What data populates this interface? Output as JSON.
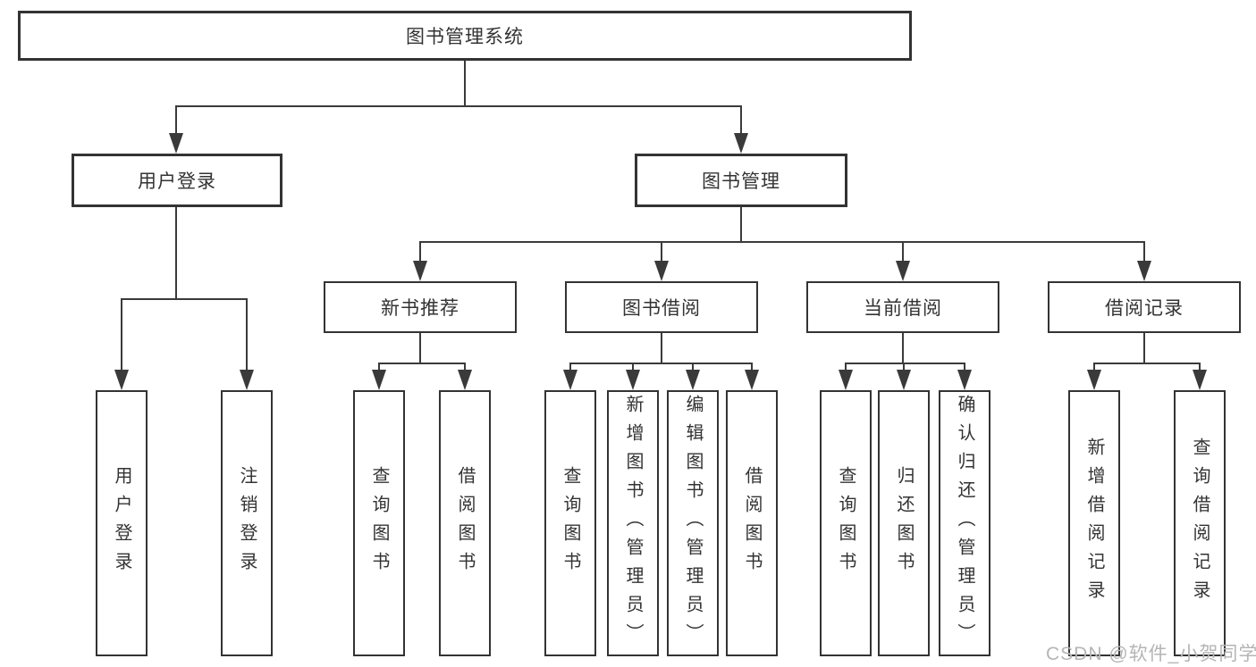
{
  "tree": {
    "root": "图书管理系统",
    "branches": [
      {
        "label": "用户登录",
        "children": [
          "用户登录",
          "注销登录"
        ]
      },
      {
        "label": "图书管理",
        "children": [
          {
            "label": "新书推荐",
            "children": [
              "查询图书",
              "借阅图书"
            ]
          },
          {
            "label": "图书借阅",
            "children": [
              "查询图书",
              "新增图书（管理员）",
              "编辑图书（管理员）",
              "借阅图书"
            ]
          },
          {
            "label": "当前借阅",
            "children": [
              "查询图书",
              "归还图书",
              "确认归还（管理员）"
            ]
          },
          {
            "label": "借阅记录",
            "children": [
              "新增借阅记录",
              "查询借阅记录"
            ]
          }
        ]
      }
    ]
  },
  "colors": {
    "line": "#3a3a3a",
    "text": "#333333",
    "watermark": "#b5b5b5"
  },
  "watermark": "CSDN @软件_小贺同学"
}
